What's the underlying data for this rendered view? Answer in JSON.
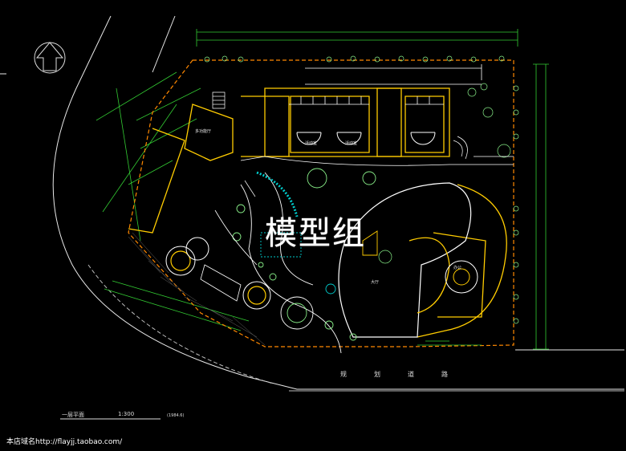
{
  "watermark": "模型组",
  "road_chars": [
    "规",
    "划",
    "道",
    "路"
  ],
  "drawing_title": "一层平面",
  "scale": "1:300",
  "scale_note": "(1984.6)",
  "footer": "本店域名http://flayjj.taobao.com/",
  "rooms": [
    {
      "id": "hall",
      "text": "大厅"
    },
    {
      "id": "multi",
      "text": "多功能厅"
    },
    {
      "id": "activity",
      "text": "活动室"
    },
    {
      "id": "activity2",
      "text": "活动室"
    },
    {
      "id": "office",
      "text": "办公"
    }
  ],
  "colors": {
    "background": "#000000",
    "road": "#e8e8e8",
    "dimension": "#33cc33",
    "building": "#ffcc00",
    "boundary": "#ff8800",
    "wall": "#ffffff",
    "accent": "#00cccc",
    "tree": "#88ee88"
  }
}
